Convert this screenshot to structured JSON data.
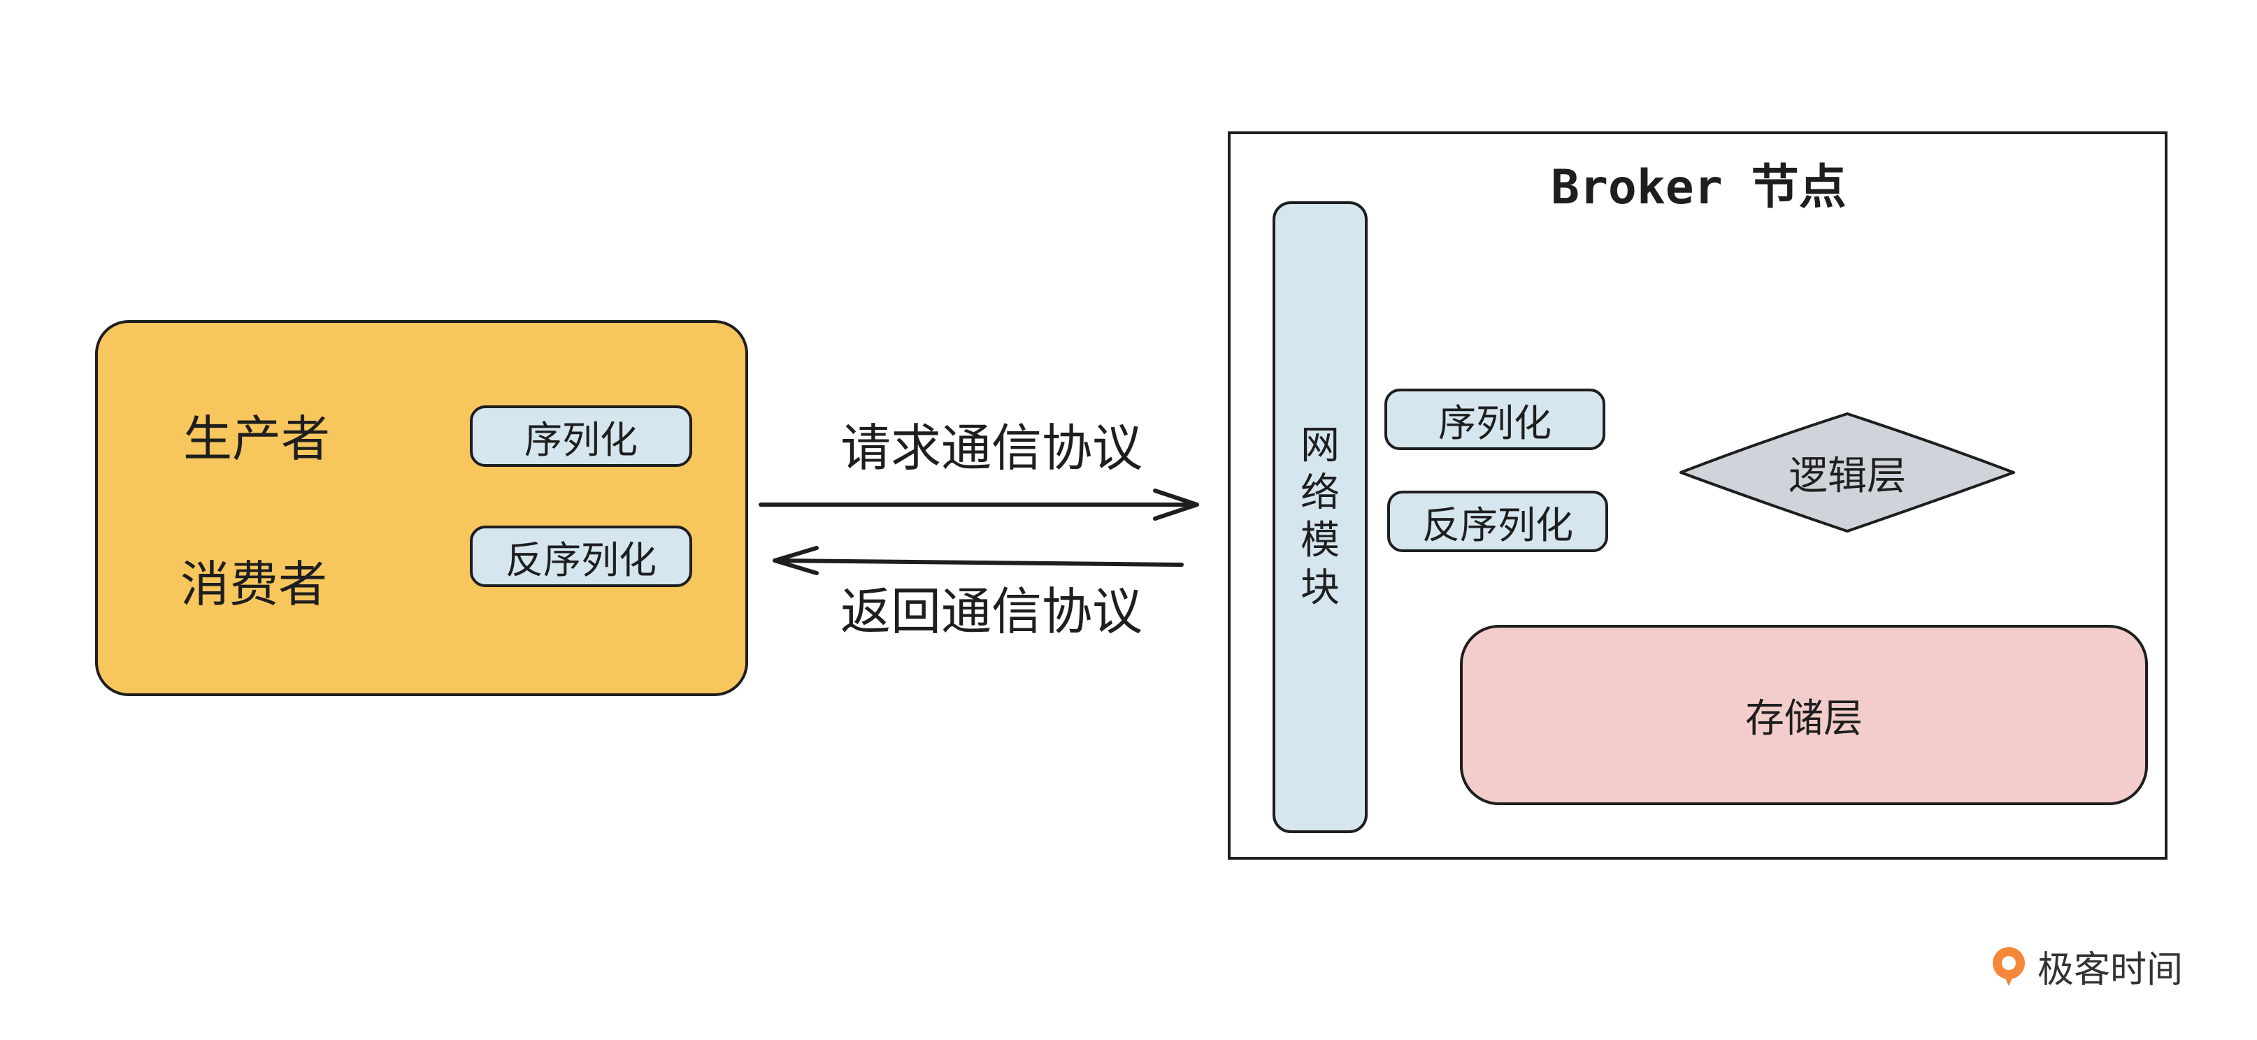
{
  "client": {
    "producer_label": "生产者",
    "consumer_label": "消费者",
    "serialize_label": "序列化",
    "deserialize_label": "反序列化"
  },
  "protocol": {
    "request_label": "请求通信协议",
    "response_label": "返回通信协议"
  },
  "broker": {
    "title": "Broker 节点",
    "network_module_chars": [
      "网",
      "络",
      "模",
      "块"
    ],
    "serialize_label": "序列化",
    "deserialize_label": "反序列化",
    "logic_layer_label": "逻辑层",
    "storage_layer_label": "存储层"
  },
  "logo": {
    "text": "极客时间",
    "icon": "geektime-logo-icon"
  },
  "colors": {
    "client_fill": "#f7c65d",
    "module_fill": "#d5e6ee",
    "logic_fill": "#ced4da",
    "storage_fill": "#f3cdcb",
    "logo_orange": "#f5873b"
  }
}
